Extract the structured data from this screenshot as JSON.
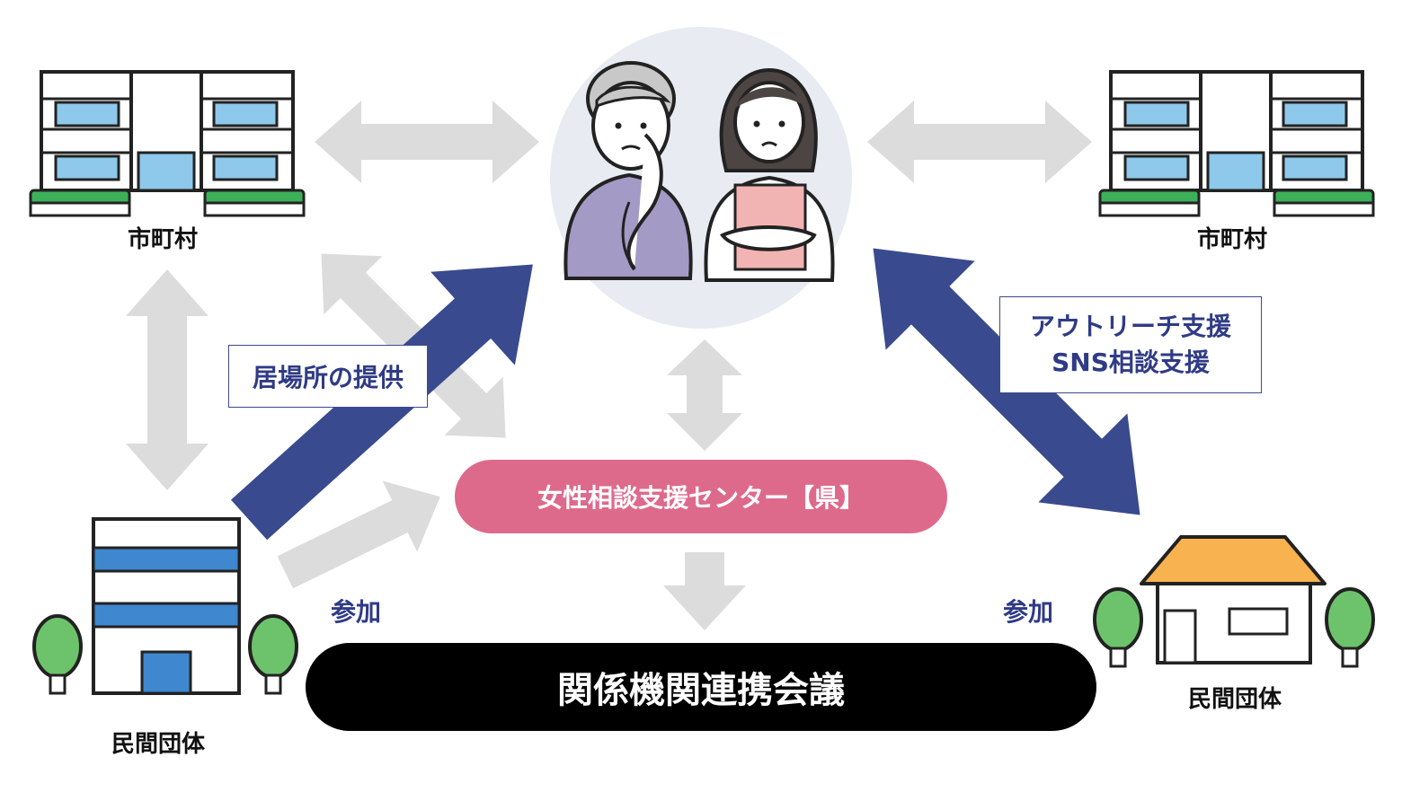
{
  "labels": {
    "city_left": "市町村",
    "city_right": "市町村",
    "org_left": "民間団体",
    "org_right": "民間団体"
  },
  "boxes": {
    "ibasho": "居場所の提供",
    "outreach_line1": "アウトリーチ支援",
    "outreach_line2": "SNS相談支援"
  },
  "join": {
    "left": "参加",
    "right": "参加"
  },
  "center": "女性相談支援センター【県】",
  "meeting": "関係機関連携会議",
  "colors": {
    "gray_arrow": "#dcdcdc",
    "navy_arrow": "#3a4a8e",
    "center_pill": "#de6a8b",
    "meeting_pill": "#000000",
    "circle_bg": "#e9ebf3",
    "window_blue": "#8ec8ea",
    "office_blue": "#3f87cf",
    "roof_orange": "#f8b24f",
    "tree_green": "#6cc36b",
    "bench_green": "#3db05a",
    "elder_top": "#a49ac6",
    "apron_pink": "#f2b4b2"
  },
  "icons": [
    "city-hall-icon",
    "office-building-icon",
    "house-icon",
    "tree-icon",
    "worried-elder-woman-icon",
    "worried-young-woman-icon"
  ]
}
